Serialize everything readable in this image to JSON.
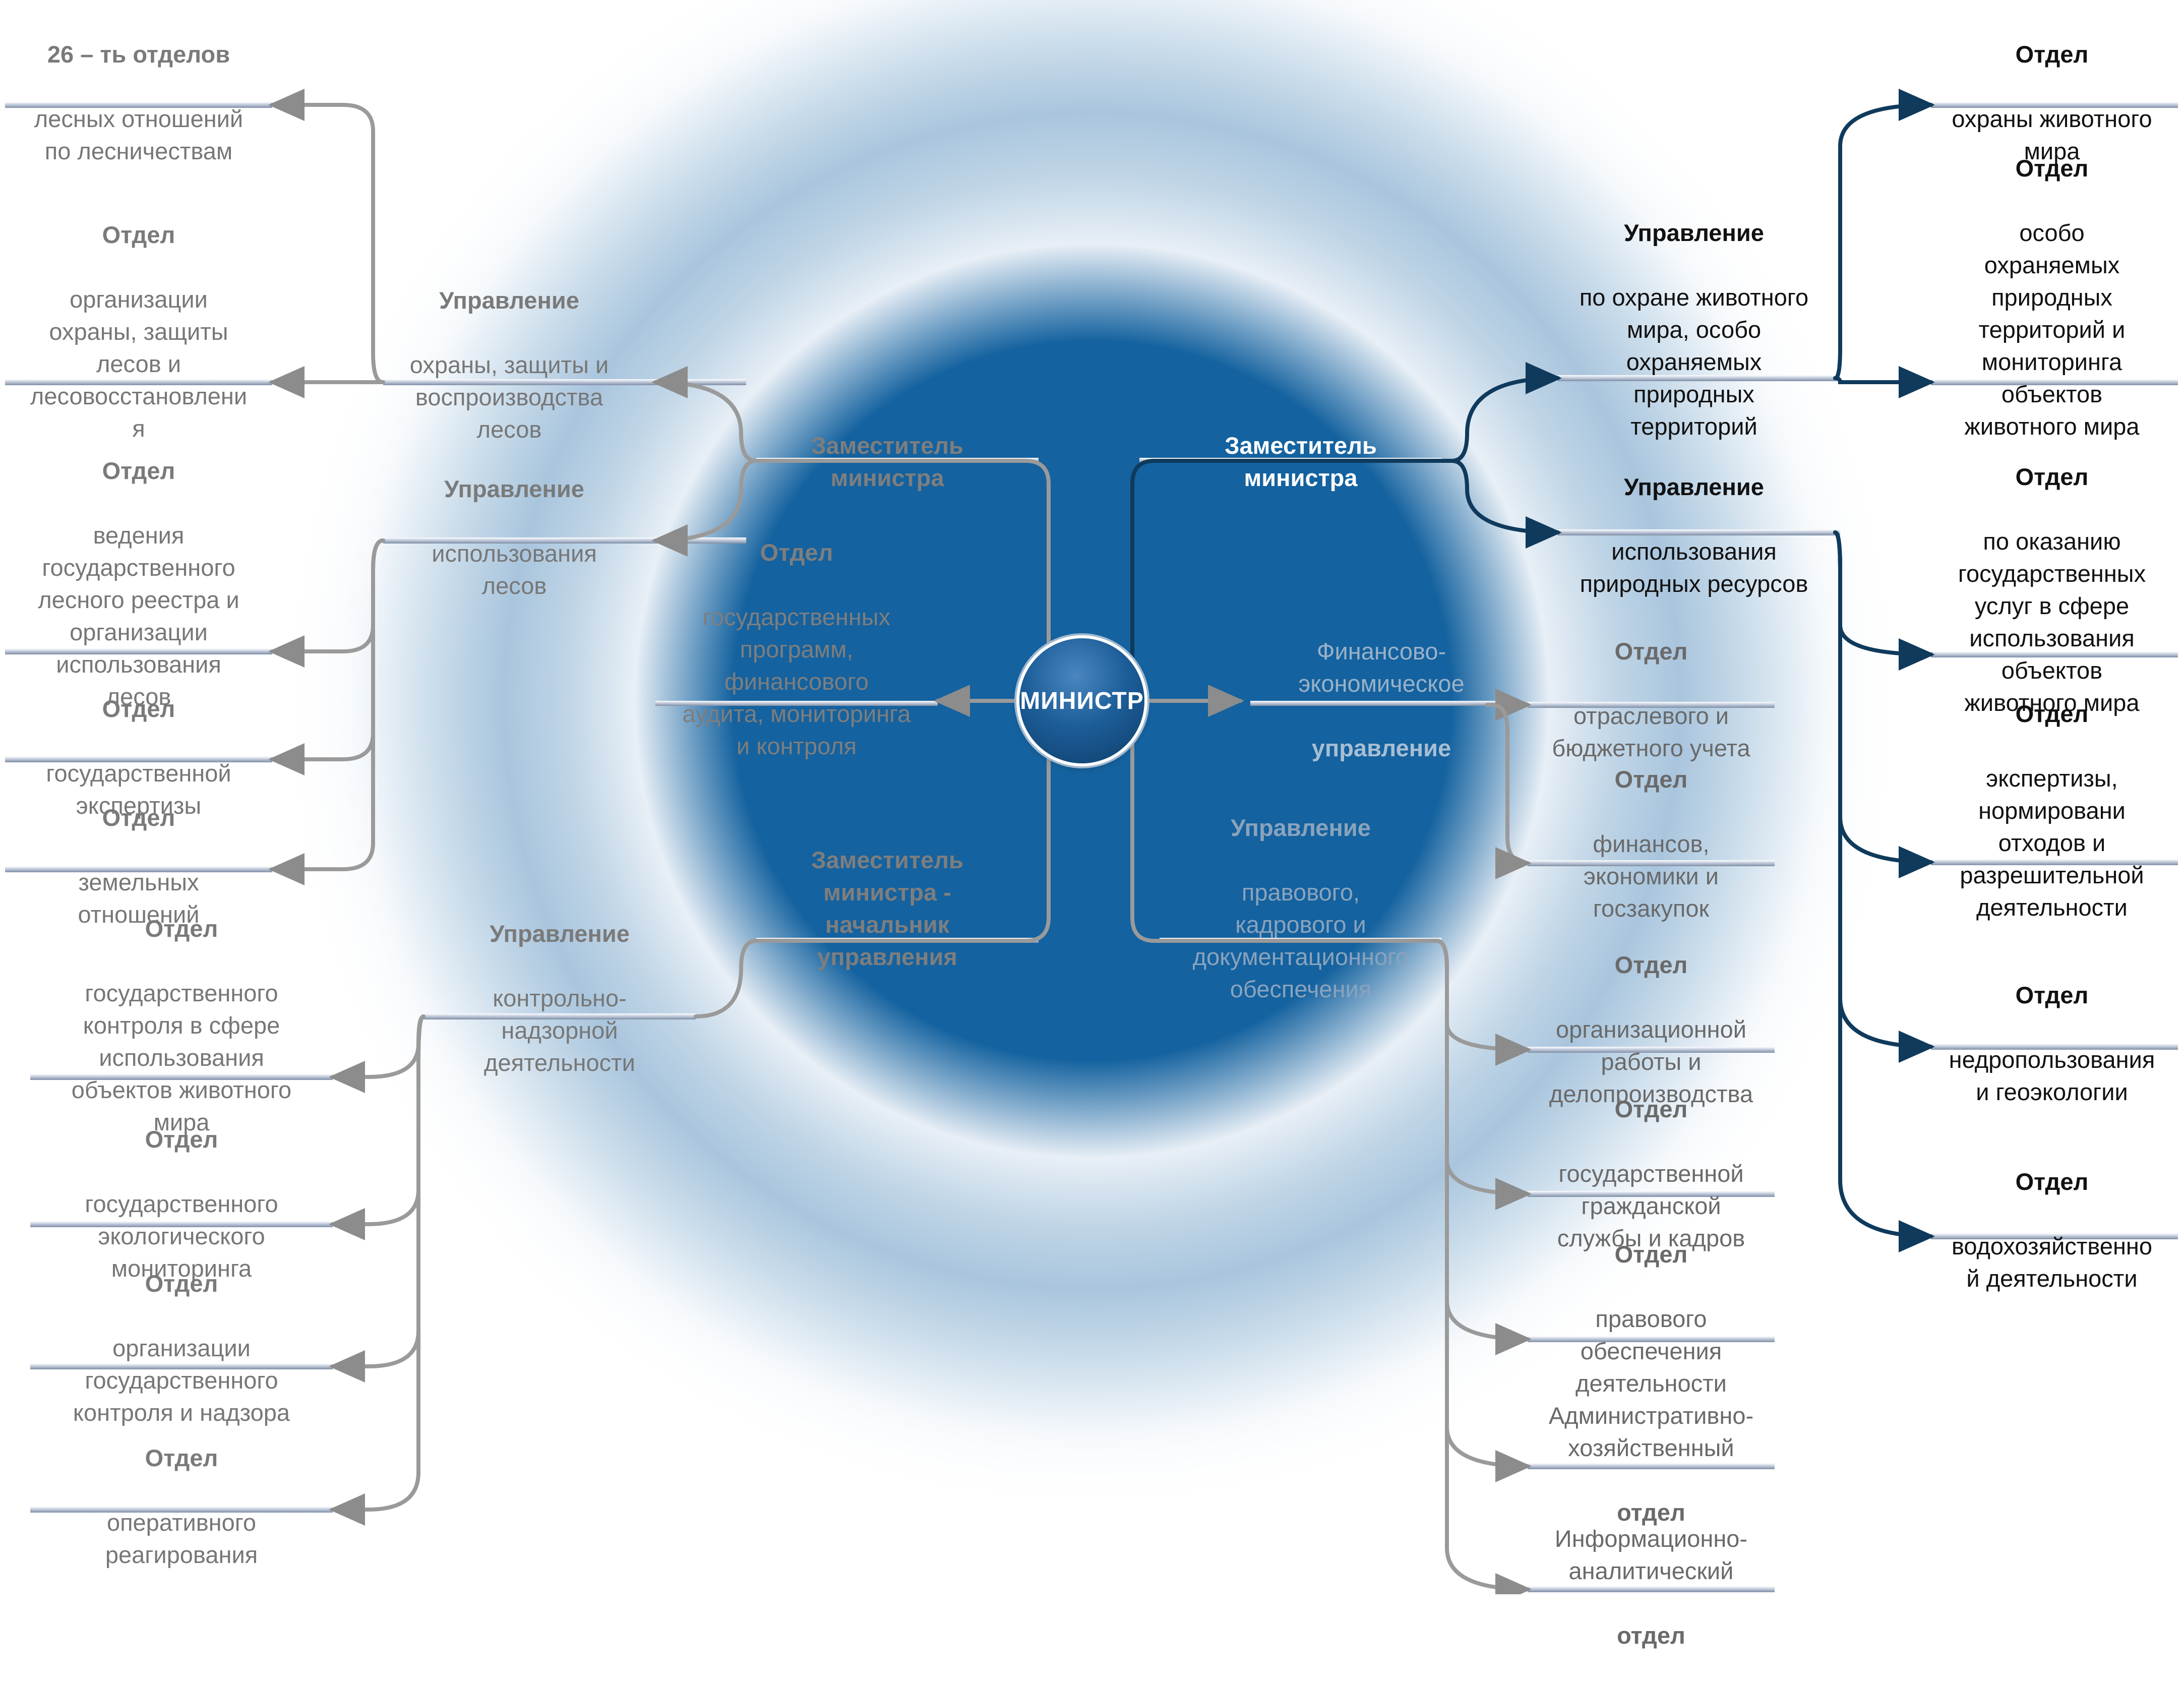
{
  "center": {
    "label": "МИНИСТР"
  },
  "colors": {
    "ring_outer": "#b7cfe2",
    "ring_inner": "#14629f",
    "dark_branch": "#0f3a5c",
    "grey_branch": "#9a9a9a",
    "underline": "#c6d1e2"
  },
  "left_top": {
    "deputy": {
      "h": "Заместитель\nминистра"
    },
    "dept_programs": {
      "h": "Отдел",
      "t": "государственных\nпрограмм,\nфинансового\nаудита, мониторинга\nи контроля"
    },
    "mgmt_protection": {
      "h": "Управление",
      "t": "охраны, защиты и\nвоспроизводства\nлесов"
    },
    "dept_26": {
      "h": "26 – ть отделов",
      "t": "лесных отношений\nпо лесничествам"
    },
    "dept_org_protection": {
      "h": "Отдел",
      "t": "организации\nохраны, защиты\nлесов и\nлесовосстановлени\nя"
    },
    "mgmt_forest_use": {
      "h": "Управление",
      "t": "использования\nлесов"
    },
    "dept_registry": {
      "h": "Отдел",
      "t": "ведения\nгосударственного\nлесного реестра и\nорганизации\nиспользования\nлесов"
    },
    "dept_expertise": {
      "h": "Отдел",
      "t": "государственной\nэкспертизы"
    },
    "dept_land": {
      "h": "Отдел",
      "t": "земельных\nотношений"
    }
  },
  "left_bottom": {
    "deputy": {
      "h": "Заместитель\nминистра -\nначальник\nуправления"
    },
    "mgmt_control": {
      "h": "Управление",
      "t": "контрольно-\nнадзорной\nдеятельности"
    },
    "dept_wildlife_control": {
      "h": "Отдел",
      "t": "государственного\nконтроля в сфере\nиспользования\nобъектов животного\nмира"
    },
    "dept_eco_monitoring": {
      "h": "Отдел",
      "t": "государственного\nэкологического\nмониторинга"
    },
    "dept_org_control": {
      "h": "Отдел",
      "t": "организации\nгосударственного\nконтроля и надзора"
    },
    "dept_response": {
      "h": "Отдел",
      "t": "оперативного\nреагирования"
    }
  },
  "right_top": {
    "deputy": {
      "h": "Заместитель\nминистра"
    },
    "mgmt_wildlife": {
      "h": "Управление",
      "t": "по охране животного\nмира, особо\nохраняемых\nприродных\nтерриторий"
    },
    "dept_wildlife": {
      "h": "Отдел",
      "t": "охраны животного\nмира"
    },
    "dept_protected": {
      "h": "Отдел",
      "t": "особо\nохраняемых\nприродных\nтерриторий и\nмониторинга\nобъектов\nживотного мира"
    },
    "mgmt_resources": {
      "h": "Управление",
      "t": "использования\nприродных ресурсов"
    },
    "dept_services": {
      "h": "Отдел",
      "t": "по оказанию\nгосударственных\nуслуг в сфере\nиспользования\nобъектов\nживотного мира"
    },
    "dept_waste": {
      "h": "Отдел",
      "t": "экспертизы,\nнормировани\nотходов и\nразрешительной\nдеятельности"
    },
    "dept_subsoil": {
      "h": "Отдел",
      "t": "недропользования\nи геоэкологии"
    },
    "dept_water": {
      "h": "Отдел",
      "t": "водохозяйственно\nй деятельности"
    }
  },
  "right_bottom": {
    "mgmt_finance": {
      "t": "Финансово-\nэкономическое",
      "h": "управление"
    },
    "dept_accounting": {
      "h": "Отдел",
      "t": "отраслевого и\nбюджетного учета"
    },
    "dept_finance": {
      "h": "Отдел",
      "t": "финансов,\nэкономики и\nгосзакупок"
    },
    "mgmt_legal": {
      "h": "Управление",
      "t": "правового,\nкадрового и\nдокументационного\nобеспечения"
    },
    "dept_org_work": {
      "h": "Отдел",
      "t": "организационной\nработы и\nделопроизводства"
    },
    "dept_civil_service": {
      "h": "Отдел",
      "t": "государственной\nгражданской\nслужбы и кадров"
    },
    "dept_legal": {
      "h": "Отдел",
      "t": "правового\nобеспечения\nдеятельности"
    },
    "dept_admin": {
      "t": "Административно-\nхозяйственный",
      "h": "отдел"
    },
    "dept_it": {
      "t": "Информационно-\nаналитический",
      "h": "отдел"
    }
  }
}
